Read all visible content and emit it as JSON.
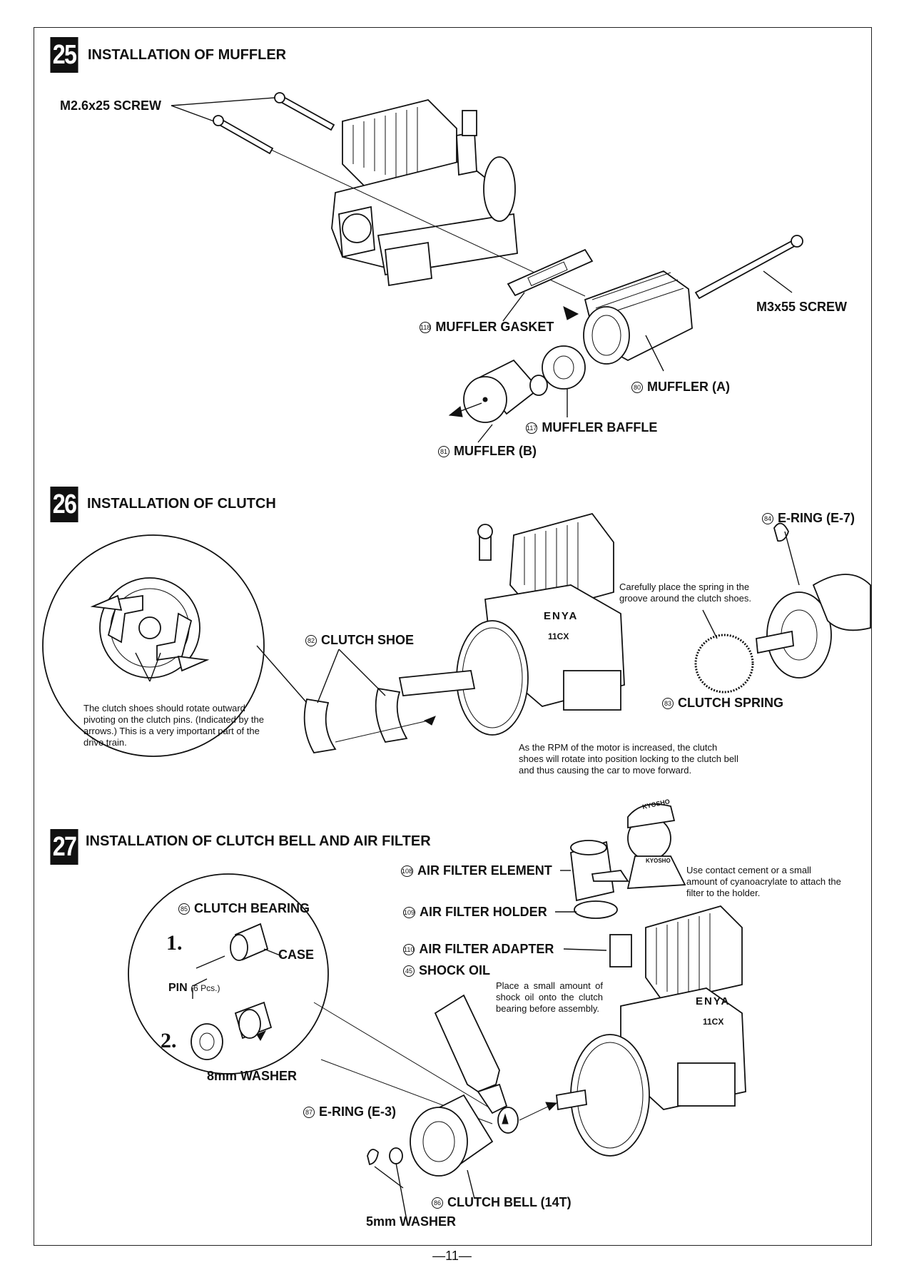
{
  "page_number": "—11—",
  "steps": [
    {
      "number": "25",
      "title": "INSTALLATION OF MUFFLER",
      "labels": {
        "screw_a": "M2.6x25 SCREW",
        "screw_b": "M3x55 SCREW",
        "gasket": "MUFFLER GASKET",
        "gasket_no": "118",
        "muffler_a": "MUFFLER (A)",
        "muffler_a_no": "80",
        "baffle": "MUFFLER BAFFLE",
        "baffle_no": "117",
        "muffler_b": "MUFFLER (B)",
        "muffler_b_no": "81"
      }
    },
    {
      "number": "26",
      "title": "INSTALLATION OF CLUTCH",
      "labels": {
        "e_ring": "E-RING (E-7)",
        "e_ring_no": "84",
        "clutch_shoe": "CLUTCH SHOE",
        "clutch_shoe_no": "82",
        "clutch_spring": "CLUTCH SPRING",
        "clutch_spring_no": "83",
        "engine_text": "ENYA",
        "engine_model": "11CX"
      },
      "notes": {
        "spring": "Carefully place the spring in the groove around the clutch shoes.",
        "shoes": "The clutch shoes should rotate outward pivoting on the clutch pins. (Indicated by the arrows.) This is a very important part of the drive train.",
        "rpm": "As the RPM of the motor is increased, the clutch shoes will rotate into position locking to the clutch bell and thus causing the car to move forward."
      }
    },
    {
      "number": "27",
      "title": "INSTALLATION OF CLUTCH BELL AND AIR FILTER",
      "labels": {
        "air_filter_element": "AIR FILTER ELEMENT",
        "air_filter_element_no": "108",
        "air_filter_holder": "AIR FILTER HOLDER",
        "air_filter_holder_no": "109",
        "air_filter_adapter": "AIR FILTER ADAPTER",
        "air_filter_adapter_no": "110",
        "shock_oil": "SHOCK OIL",
        "shock_oil_no": "45",
        "clutch_bearing": "CLUTCH BEARING",
        "clutch_bearing_no": "85",
        "case": "CASE",
        "pin": "PIN",
        "pin_count": "(6 Pcs.)",
        "step1": "1.",
        "step2": "2.",
        "washer_8": "8mm WASHER",
        "e_ring": "E-RING (E-3)",
        "e_ring_no": "87",
        "clutch_bell": "CLUTCH BELL (14T)",
        "clutch_bell_no": "86",
        "washer_5": "5mm WASHER",
        "mascot_cap": "KYOSHO",
        "mascot_shirt": "KYOSHO",
        "engine_text": "ENYA",
        "engine_model": "11CX"
      },
      "notes": {
        "cement": "Use contact cement or a small amount of cyanoacrylate to attach the filter to the holder.",
        "oil": "Place a small amount of shock oil onto the clutch bearing before assembly."
      }
    }
  ]
}
